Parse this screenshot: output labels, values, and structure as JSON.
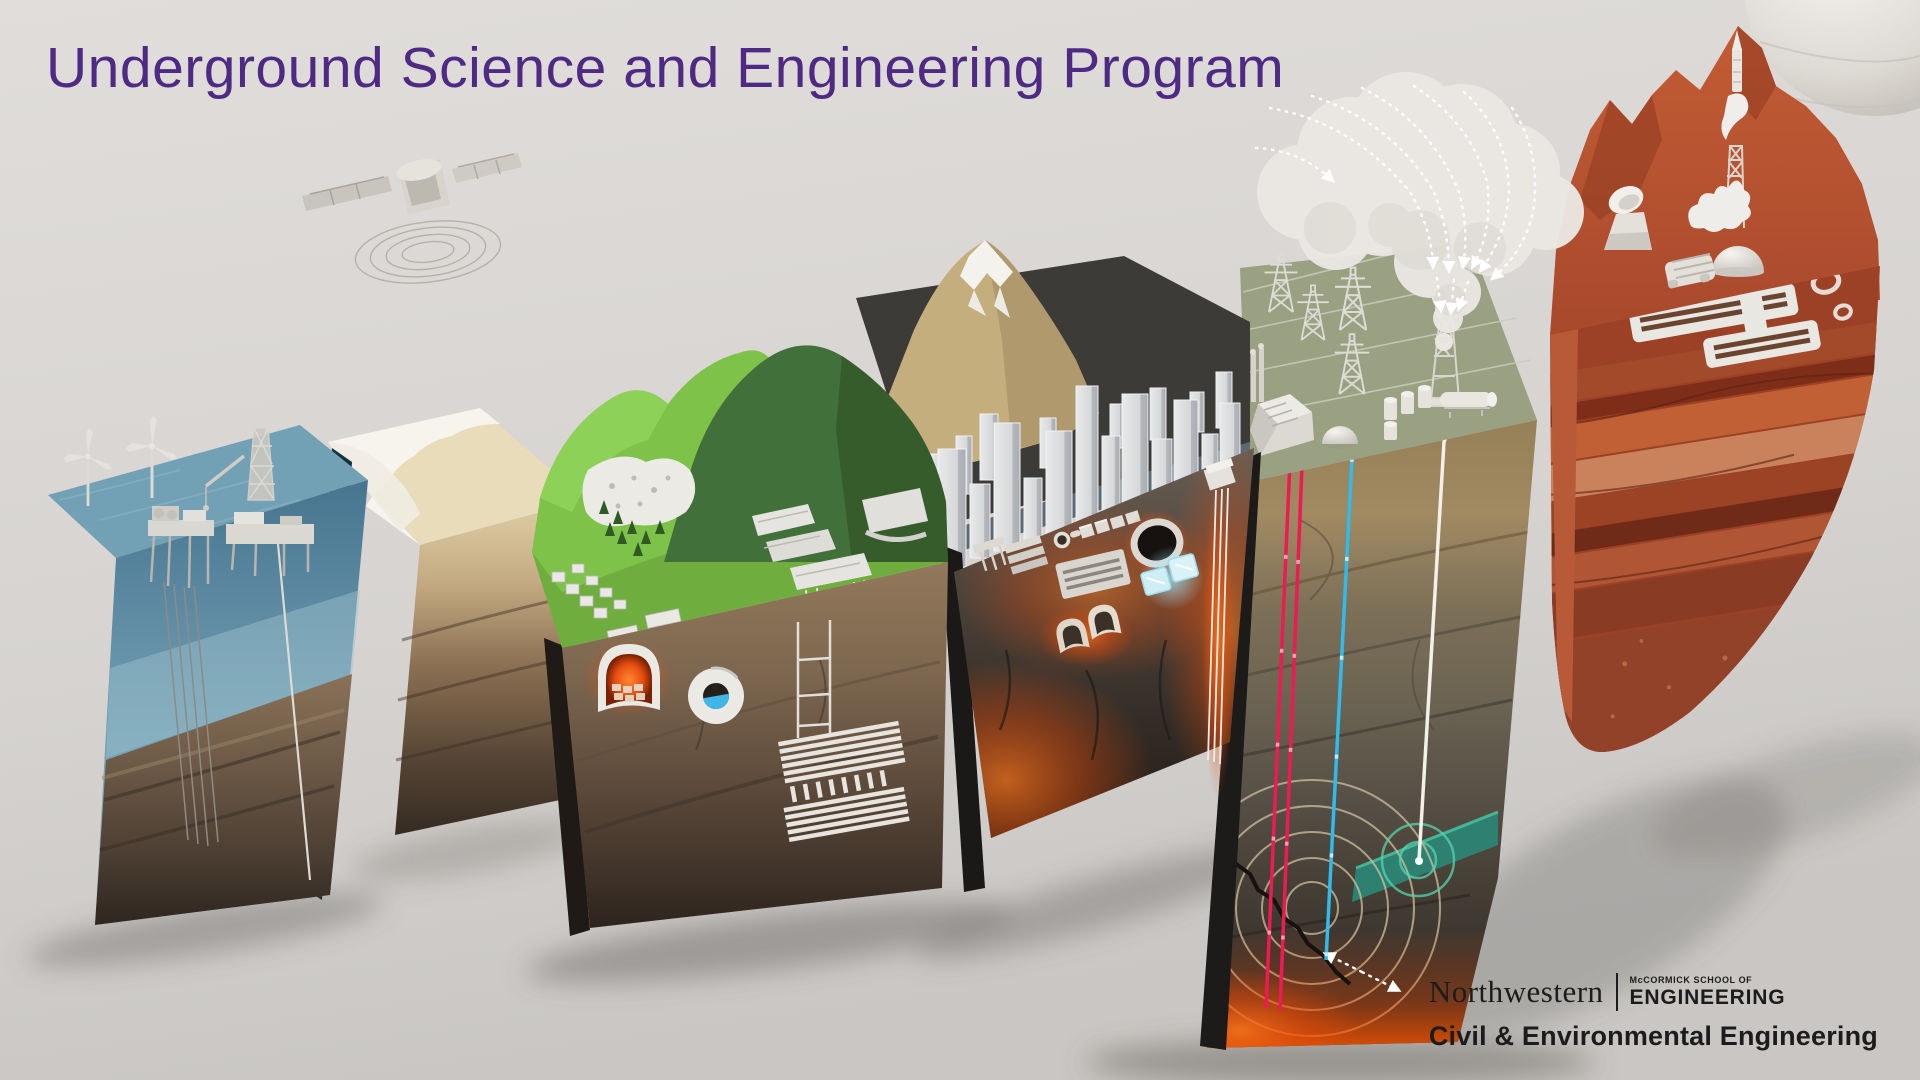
{
  "title": {
    "text": "Underground Science and Engineering Program",
    "color": "#4E2A84"
  },
  "branding": {
    "university": "Northwestern",
    "school_prefix": "McCORMICK SCHOOL OF",
    "school_name": "ENGINEERING",
    "department": "Civil & Environmental Engineering"
  },
  "palette": {
    "background": "#d6d3d0",
    "title_purple": "#4E2A84",
    "ocean_water": "#6d9ab0",
    "beach_sand": "#e9dcba",
    "grass_green": "#74b744",
    "mountain_dark_green": "#41703a",
    "city_platform_slate": "#4d5f63",
    "magma_orange": "#f05a14",
    "ice_storage_cyan": "#bfe9f2",
    "energy_surface_olive": "#99a182",
    "hot_well_red": "#ec1850",
    "cold_well_blue": "#2cb8ea",
    "monitoring_well_white": "#f2efe9",
    "aquifer_teal": "#2e8070",
    "mars_red": "#a8492c"
  },
  "scene": {
    "sky_objects": [
      {
        "name": "observation-satellite",
        "detail": "satellite with solar panels and concentric signal rings"
      },
      {
        "name": "planet-sphere",
        "detail": "pale banded sphere at top right corner"
      },
      {
        "name": "volcanic-plume",
        "detail": "ash cloud with dashed white airflow arrows curving into it"
      }
    ],
    "blocks": [
      {
        "name": "ocean-offshore-block",
        "features": [
          "wind-turbines",
          "offshore-jacket-platform",
          "drilling-rig",
          "subsea-boreholes"
        ]
      },
      {
        "name": "coastal-sand-block",
        "features": [
          "beach-sand",
          "surf-line"
        ]
      },
      {
        "name": "mountain-tunnel-block",
        "features": [
          "green-mountains",
          "rockslide",
          "pine-trees",
          "village-houses",
          "warehouse-buildings",
          "groundwater-aquifer",
          "tunnel-portal-with-heat",
          "tunnel-boring-cross-section",
          "access-shafts",
          "layered-underground-repository"
        ]
      },
      {
        "name": "city-underground-block",
        "features": [
          "snow-capped-mountain",
          "skyscraper-city",
          "pile-foundations",
          "underground-parking-levels",
          "storage-cubes",
          "vertical-shaft-ring",
          "slatted-cavern",
          "ice-thermal-storage",
          "twin-transit-tunnels",
          "deep-borehole-triplet",
          "magma-heat-glow"
        ]
      },
      {
        "name": "energy-subsurface-block",
        "features": [
          "transmission-pylons",
          "power-lines",
          "power-plant",
          "containment-dome",
          "drilling-derrick",
          "processing-tank-farm",
          "hot-injection-well-red",
          "cold-injection-well-blue",
          "monitoring-well-white",
          "teal-aquifer-layer",
          "seismic-rings",
          "fault-line-with-slip-arrows",
          "deep-magma-zone"
        ]
      },
      {
        "name": "mars-analog-block",
        "features": [
          "red-mountains",
          "launching-rocket",
          "launch-tower",
          "radio-dish",
          "rover",
          "habitat-dome",
          "underground-habitat-corridors",
          "portal-rings",
          "layered-red-strata"
        ]
      }
    ]
  }
}
